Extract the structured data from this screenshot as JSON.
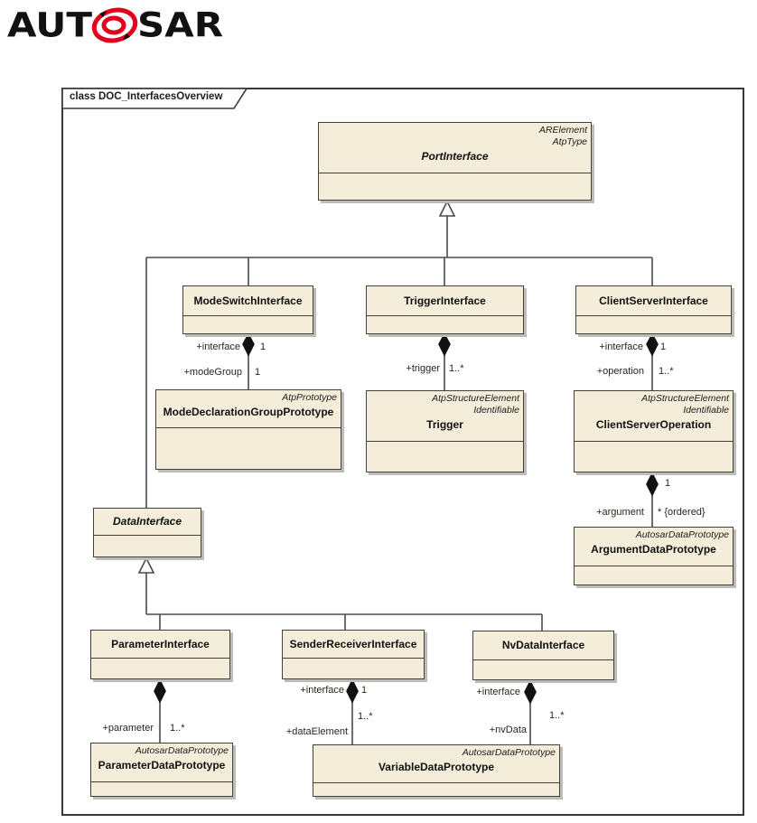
{
  "logo": {
    "text_left": "AUT",
    "text_right": "SAR",
    "accent_color": "#e2001a"
  },
  "frame": {
    "label": "class DOC_InterfacesOverview"
  },
  "colors": {
    "box_fill": "#f3edda",
    "box_border": "#43403a",
    "line": "#4a4a4a",
    "shadow": "#bcbcb8"
  },
  "classes": {
    "portInterface": {
      "stereotype1": "ARElement",
      "stereotype2": "AtpType",
      "name": "PortInterface"
    },
    "modeSwitchInterface": {
      "name": "ModeSwitchInterface"
    },
    "triggerInterface": {
      "name": "TriggerInterface"
    },
    "clientServerInterface": {
      "name": "ClientServerInterface"
    },
    "modeDeclarationGroupPrototype": {
      "stereotype1": "AtpPrototype",
      "name": "ModeDeclarationGroupPrototype"
    },
    "trigger": {
      "stereotype1": "AtpStructureElement",
      "stereotype2": "Identifiable",
      "name": "Trigger"
    },
    "clientServerOperation": {
      "stereotype1": "AtpStructureElement",
      "stereotype2": "Identifiable",
      "name": "ClientServerOperation"
    },
    "argumentDataPrototype": {
      "stereotype1": "AutosarDataPrototype",
      "name": "ArgumentDataPrototype"
    },
    "dataInterface": {
      "name": "DataInterface"
    },
    "parameterInterface": {
      "name": "ParameterInterface"
    },
    "senderReceiverInterface": {
      "name": "SenderReceiverInterface"
    },
    "nvDataInterface": {
      "name": "NvDataInterface"
    },
    "parameterDataPrototype": {
      "stereotype1": "AutosarDataPrototype",
      "name": "ParameterDataPrototype"
    },
    "variableDataPrototype": {
      "stereotype1": "AutosarDataPrototype",
      "name": "VariableDataPrototype"
    }
  },
  "labels": {
    "ms_interface": "+interface",
    "ms_interface_mult": "1",
    "ms_modeGroup": "+modeGroup",
    "ms_modeGroup_mult": "1",
    "tr_trigger": "+trigger",
    "tr_trigger_mult": "1..*",
    "cs_interface": "+interface",
    "cs_interface_mult": "1",
    "cs_operation": "+operation",
    "cs_operation_mult": "1..*",
    "cso_whole_mult": "1",
    "cso_argument": "+argument",
    "cso_argument_mult": "* {ordered}",
    "pi_parameter": "+parameter",
    "pi_parameter_mult": "1..*",
    "sr_interface": "+interface",
    "sr_interface_mult": "1",
    "sr_mult": "1..*",
    "sr_dataElement": "+dataElement",
    "nv_interface": "+interface",
    "nv_mult": "1..*",
    "nv_nvData": "+nvData"
  }
}
